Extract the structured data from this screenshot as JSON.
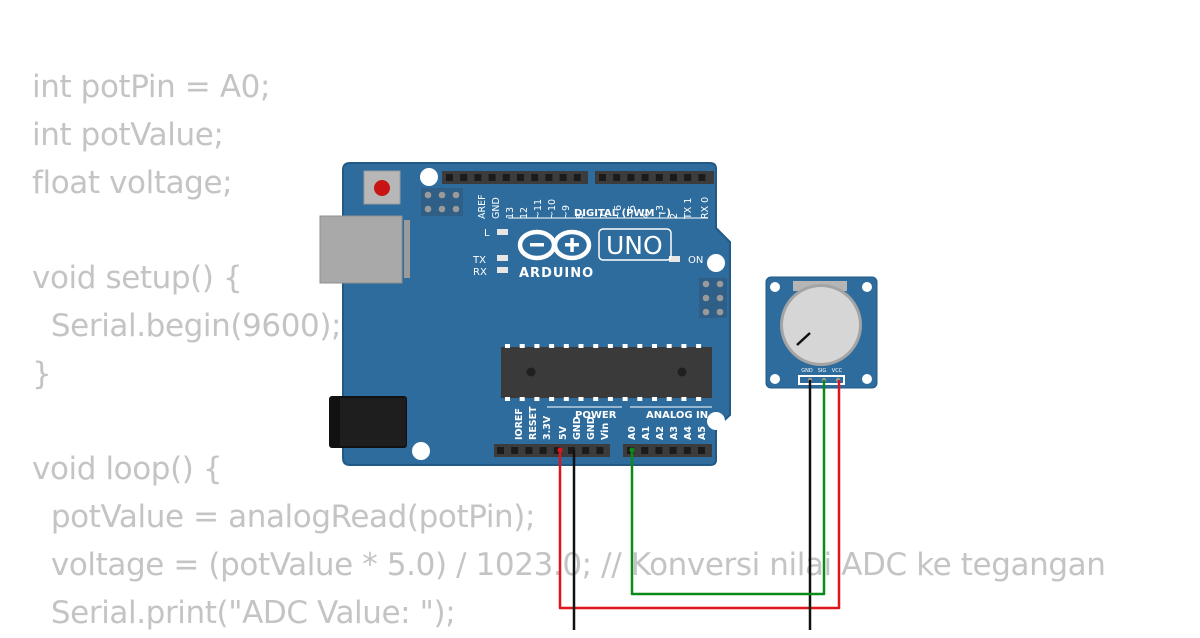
{
  "code_lines": [
    "int potPin = A0;",
    "int potValue;",
    "float voltage;",
    "",
    "void setup() {",
    "  Serial.begin(9600);",
    "}",
    "",
    "void loop() {",
    "  potValue = analogRead(potPin);",
    "  voltage = (potValue * 5.0) / 1023.0; // Konversi nilai ADC ke tegangan",
    "  Serial.print(\"ADC Value: \");"
  ],
  "board": {
    "brand": "ARDUINO",
    "model": "UNO",
    "digital_label": "DIGITAL (PWM ~)",
    "power_label": "POWER",
    "analog_label": "ANALOG IN",
    "led_l": "L",
    "led_tx": "TX",
    "led_rx": "RX",
    "led_on": "ON",
    "digital_pins": [
      "AREF",
      "GND",
      "13",
      "12",
      "~11",
      "~10",
      "~9",
      "8",
      "7",
      "~6",
      "~5",
      "4",
      "~3",
      "2",
      "TX 1",
      "RX 0"
    ],
    "power_pins": [
      "IOREF",
      "RESET",
      "3.3V",
      "5V",
      "GND",
      "GND",
      "Vin"
    ],
    "analog_pins": [
      "A0",
      "A1",
      "A2",
      "A3",
      "A4",
      "A5"
    ]
  },
  "potentiometer": {
    "pins": [
      "GND",
      "SIG",
      "VCC"
    ]
  },
  "colors": {
    "board": "#2b6b9b",
    "wire_5v": "#e0141b",
    "wire_gnd": "#111111",
    "wire_signal": "#0b8a17",
    "code_text": "#c4c4c4"
  }
}
